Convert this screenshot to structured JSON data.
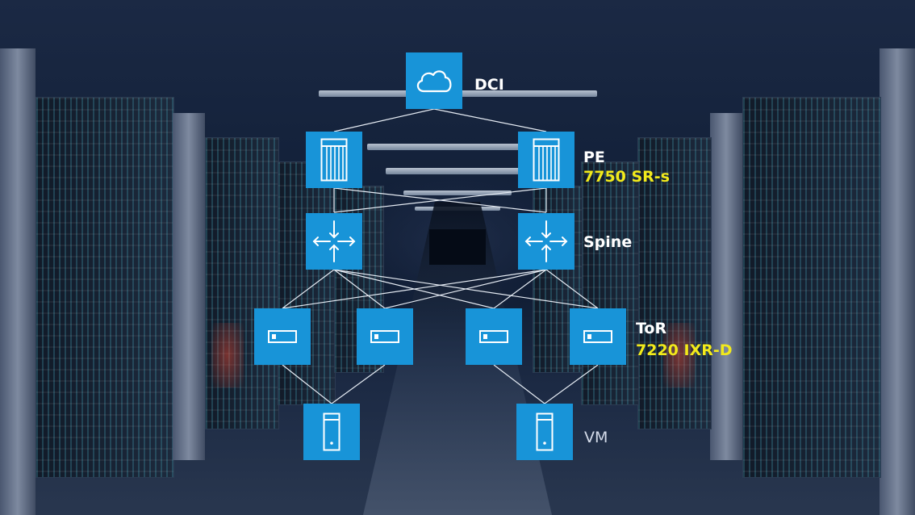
{
  "labels": {
    "dci": "DCI",
    "pe": "PE",
    "pe_model": "7750 SR-s",
    "spine": "Spine",
    "tor": "ToR",
    "tor_model": "7220 IXR-D",
    "vm": "VM"
  },
  "colors": {
    "node_fill": "#1894d8",
    "link": "#e6ecf4",
    "model_text": "#f2ea1b",
    "label_text": "#ffffff"
  },
  "icons": {
    "dci": "cloud-icon",
    "pe": "router-chassis-icon",
    "spine": "switch-arrows-icon",
    "tor": "tor-switch-icon",
    "vm": "server-tower-icon"
  }
}
